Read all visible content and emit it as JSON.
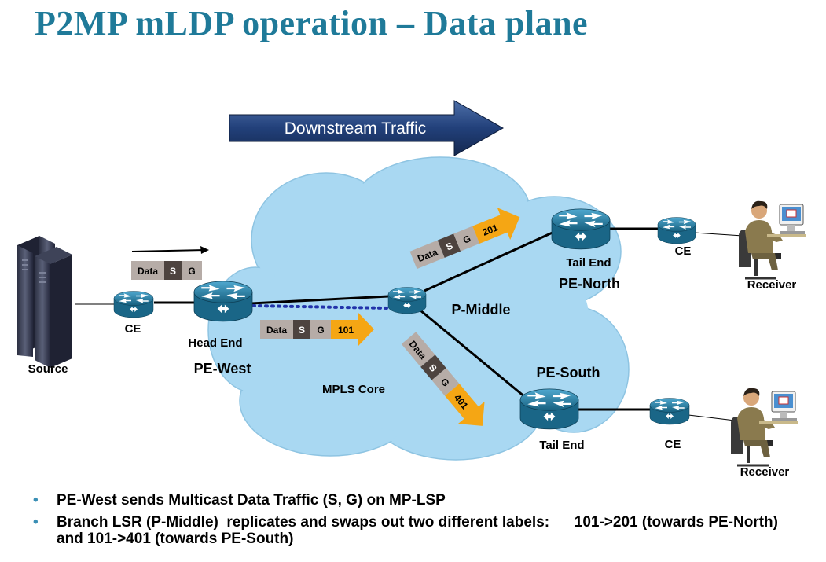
{
  "title": "P2MP mLDP operation – Data plane",
  "traffic_arrow": {
    "label": "Downstream Traffic"
  },
  "nodes": {
    "source": {
      "label": "Source"
    },
    "ce_west": {
      "label": "CE"
    },
    "pe_west": {
      "role": "Head End",
      "name": "PE-West"
    },
    "p_middle": {
      "name": "P-Middle"
    },
    "pe_north": {
      "role": "Tail End",
      "name": "PE-North"
    },
    "ce_north": {
      "label": "CE"
    },
    "receiver_north": {
      "label": "Receiver"
    },
    "pe_south": {
      "role": "Tail End",
      "name": "PE-South"
    },
    "ce_south": {
      "label": "CE"
    },
    "receiver_south": {
      "label": "Receiver"
    }
  },
  "cloud": {
    "label": "MPLS Core"
  },
  "packets": {
    "ingress": {
      "data": "Data",
      "s": "S",
      "g": "G"
    },
    "west_core": {
      "data": "Data",
      "s": "S",
      "g": "G",
      "label": "101"
    },
    "north": {
      "data": "Data",
      "s": "S",
      "g": "G",
      "label": "201"
    },
    "south": {
      "data": "Data",
      "s": "S",
      "g": "G",
      "label": "401"
    }
  },
  "bullets": [
    "PE-West sends Multicast Data Traffic (S, G) on MP-LSP",
    "Branch LSR (P-Middle)  replicates and swaps out two different labels:      101->201 (towards PE-North) and 101->401 (towards PE-South)"
  ],
  "colors": {
    "title": "#1f7a99",
    "cloud": "#a9d8f2",
    "router": "#1e6f92",
    "label_arrow": "#f5a614",
    "banner": "#1f3566",
    "lsp_dots": "#2233aa",
    "bullet": "#3a8fb5"
  }
}
